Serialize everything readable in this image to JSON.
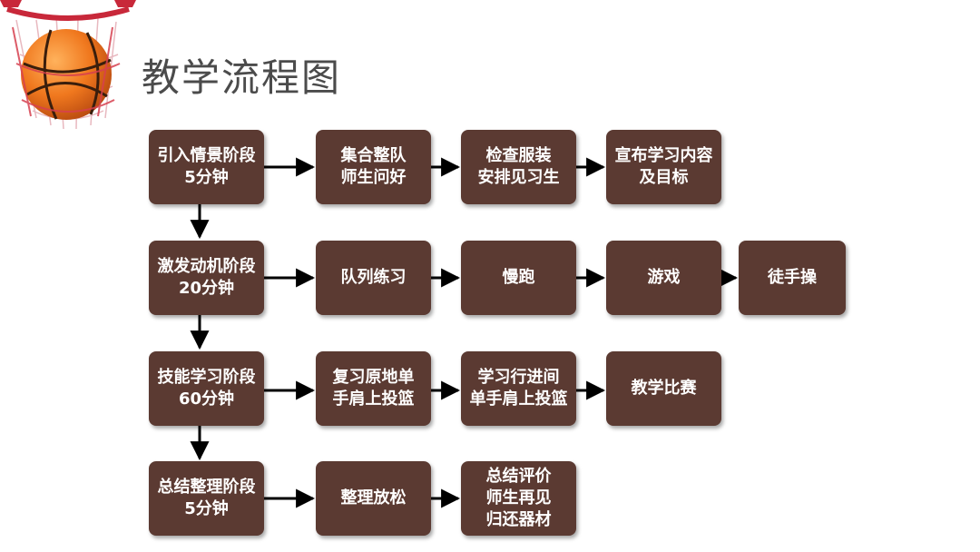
{
  "title": "教学流程图",
  "colors": {
    "box": "#5b3a32",
    "text": "#ffffff",
    "arrow": "#000000",
    "title": "#4b4b4b"
  },
  "decoration": {
    "icon": "basketball-hoop-icon"
  },
  "rows": [
    {
      "stage": {
        "line1": "引入情景阶段",
        "line2": "5分钟"
      },
      "steps": [
        {
          "line1": "集合整队",
          "line2": "师生问好"
        },
        {
          "line1": "检查服装",
          "line2": "安排见习生"
        },
        {
          "line1": "宣布学习内容",
          "line2": "及目标"
        }
      ]
    },
    {
      "stage": {
        "line1": "激发动机阶段",
        "line2": "20分钟"
      },
      "steps": [
        {
          "line1": "队列练习"
        },
        {
          "line1": "慢跑"
        },
        {
          "line1": "游戏"
        },
        {
          "line1": "徒手操"
        }
      ]
    },
    {
      "stage": {
        "line1": "技能学习阶段",
        "line2": "60分钟"
      },
      "steps": [
        {
          "line1": "复习原地单",
          "line2": "手肩上投篮"
        },
        {
          "line1": "学习行进间",
          "line2": "单手肩上投篮"
        },
        {
          "line1": "教学比赛"
        }
      ]
    },
    {
      "stage": {
        "line1": "总结整理阶段",
        "line2": "5分钟"
      },
      "steps": [
        {
          "line1": "整理放松"
        },
        {
          "line1": "总结评价",
          "line2": "师生再见",
          "line3": "归还器材"
        }
      ]
    }
  ]
}
